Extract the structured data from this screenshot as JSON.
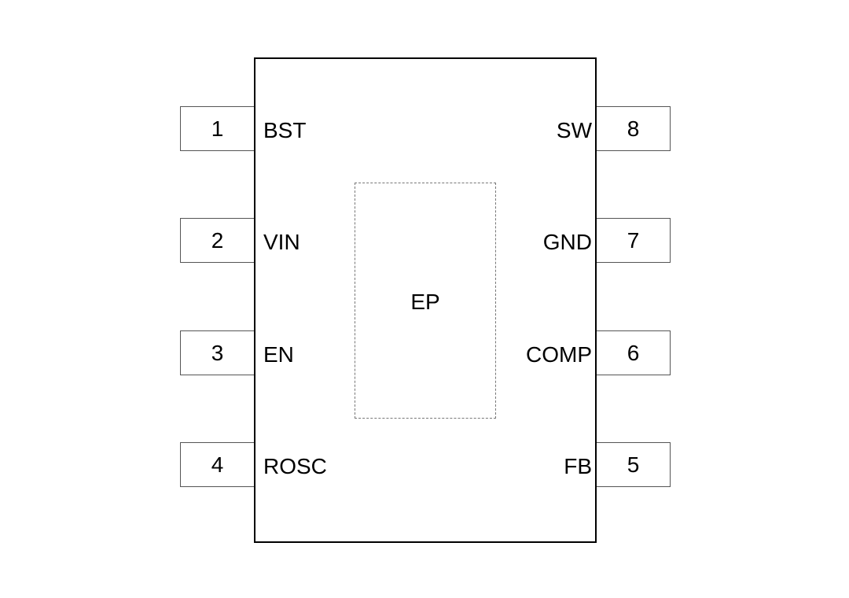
{
  "package": {
    "exposed_pad": "EP",
    "left_pins": [
      {
        "number": "1",
        "name": "BST"
      },
      {
        "number": "2",
        "name": "VIN"
      },
      {
        "number": "3",
        "name": "EN"
      },
      {
        "number": "4",
        "name": "ROSC"
      }
    ],
    "right_pins": [
      {
        "number": "8",
        "name": "SW"
      },
      {
        "number": "7",
        "name": "GND"
      },
      {
        "number": "6",
        "name": "COMP"
      },
      {
        "number": "5",
        "name": "FB"
      }
    ]
  }
}
